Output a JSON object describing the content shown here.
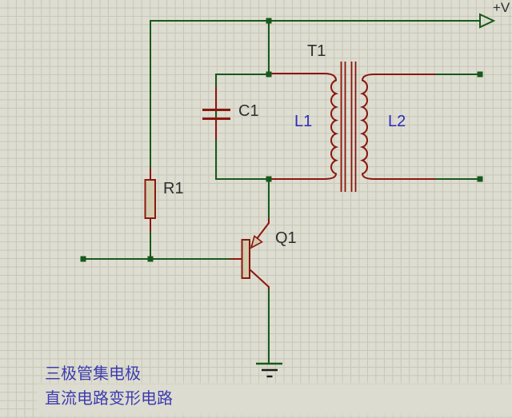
{
  "canvas": {
    "colors": {
      "bg": "#deddd1",
      "grid": "#c7c6b7",
      "wire": "#17591b",
      "comp": "#8b170d",
      "compfill": "#d2cbae",
      "gndDark": "#1b1b1b",
      "label": "#2e2e2e",
      "blue": "#2d2dbb",
      "caption": "#3d3db0",
      "band": "#dddcd0"
    }
  },
  "components": {
    "power_terminal": {
      "label": "+V"
    },
    "transformer": {
      "ref": "T1",
      "primary_ref": "L1",
      "secondary_ref": "L2"
    },
    "capacitor": {
      "ref": "C1"
    },
    "resistor": {
      "ref": "R1"
    },
    "transistor": {
      "ref": "Q1"
    }
  },
  "captions": {
    "line1": "三极管集电极",
    "line2": "直流电路变形电路"
  }
}
